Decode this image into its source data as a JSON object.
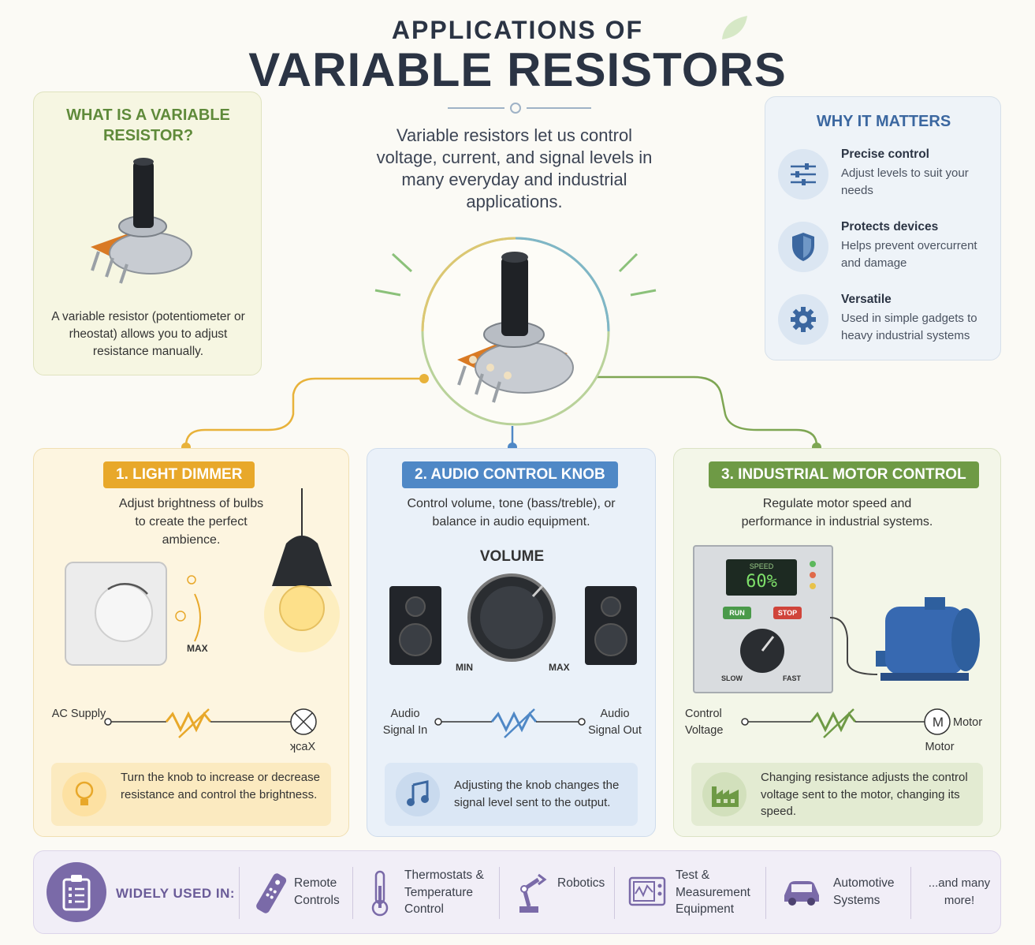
{
  "header": {
    "title_line1": "APPLICATIONS OF",
    "title_line2": "VARIABLE RESISTORS",
    "intro": "Variable resistors let us control voltage, current, and signal levels in many everyday and industrial applications."
  },
  "what_is": {
    "title": "WHAT IS A VARIABLE RESISTOR?",
    "text": "A variable resistor (potentiometer or rheostat) allows you to adjust resistance manually."
  },
  "why": {
    "title": "WHY IT MATTERS",
    "items": [
      {
        "heading": "Precise control",
        "text": "Adjust levels to suit your needs",
        "icon": "sliders-icon"
      },
      {
        "heading": "Protects devices",
        "text": "Helps prevent overcurrent and damage",
        "icon": "shield-icon"
      },
      {
        "heading": "Versatile",
        "text": "Used in simple gadgets to heavy industrial systems",
        "icon": "gear-icon"
      }
    ]
  },
  "apps": [
    {
      "label": "1. LIGHT DIMMER",
      "color": "#e8a82a",
      "desc": "Adjust brightness of bulbs to create the perfect ambience.",
      "dimmer_max": "MAX",
      "circuit_left": "AC Supply",
      "circuit_right": "ʞcaX",
      "note": "Turn the knob to increase or decrease resistance and control the brightness.",
      "note_icon": "lightbulb-icon"
    },
    {
      "label": "2. AUDIO CONTROL KNOB",
      "color": "#4f88c6",
      "desc": "Control volume, tone (bass/treble), or balance in audio equipment.",
      "knob_title": "VOLUME",
      "knob_min": "MIN",
      "knob_max": "MAX",
      "circuit_left": "Audio Signal In",
      "circuit_right": "Audio Signal Out",
      "note": "Adjusting the knob changes the signal level sent to the output.",
      "note_icon": "music-note-icon"
    },
    {
      "label": "3. INDUSTRIAL MOTOR CONTROL",
      "color": "#6e9a45",
      "desc": "Regulate motor speed and performance in industrial systems.",
      "panel_speed_label": "SPEED",
      "panel_speed_value": "60%",
      "panel_run": "RUN",
      "panel_stop": "STOP",
      "panel_slow": "SLOW",
      "panel_fast": "FAST",
      "circuit_left": "Control Voltage",
      "motor_symbol": "M",
      "motor_right": "Motor",
      "motor_below": "Motor",
      "note": "Changing resistance adjusts the control voltage sent to the motor, changing its speed.",
      "note_icon": "factory-icon"
    }
  ],
  "widely_used": {
    "title": "WIDELY USED IN:",
    "items": [
      {
        "label": "Remote Controls",
        "icon": "remote-control-icon"
      },
      {
        "label": "Thermostats & Temperature Control",
        "icon": "thermometer-icon"
      },
      {
        "label": "Robotics",
        "icon": "robot-arm-icon"
      },
      {
        "label": "Test & Measurement Equipment",
        "icon": "oscilloscope-icon"
      },
      {
        "label": "Automotive Systems",
        "icon": "car-icon"
      },
      {
        "label": "...and many more!",
        "icon": ""
      }
    ]
  },
  "colors": {
    "yellow": "#e8a82a",
    "blue": "#4f88c6",
    "green": "#6e9a45",
    "purple": "#7a6aa8",
    "navy": "#2b3444"
  }
}
